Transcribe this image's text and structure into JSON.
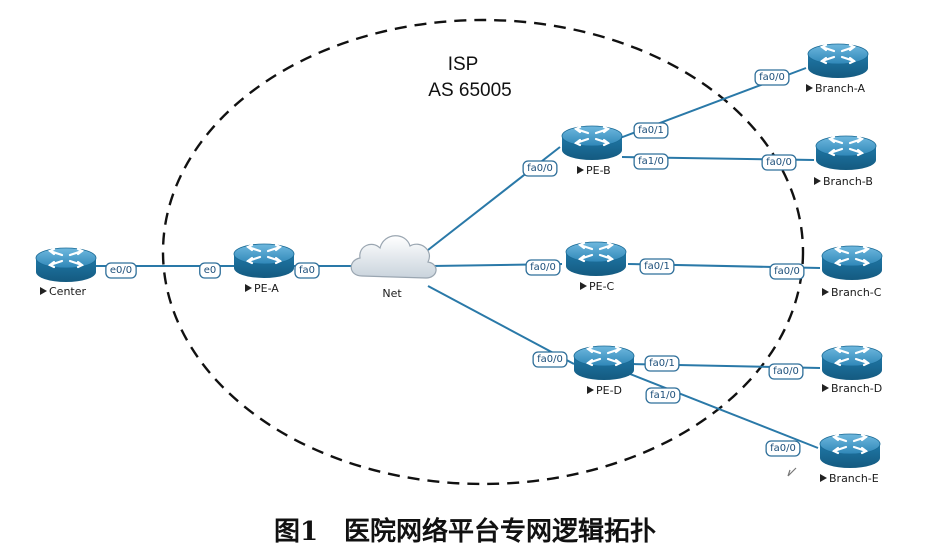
{
  "isp": {
    "line1": "ISP",
    "line2": "AS 65005"
  },
  "colors": {
    "link": "#2a79a8",
    "router_dark": "#1c6e99",
    "router_light": "#5aa9d4",
    "port_border": "#2f6f9a"
  },
  "devices": {
    "center": "Center",
    "pe_a": "PE-A",
    "net": "Net",
    "pe_b": "PE-B",
    "pe_c": "PE-C",
    "pe_d": "PE-D",
    "branch_a": "Branch-A",
    "branch_b": "Branch-B",
    "branch_c": "Branch-C",
    "branch_d": "Branch-D",
    "branch_e": "Branch-E"
  },
  "ports": {
    "center_e0_0": "e0/0",
    "pe_a_e0": "e0",
    "pe_a_fa0": "fa0",
    "pe_b_fa0_0": "fa0/0",
    "pe_b_fa0_1": "fa0/1",
    "pe_b_fa1_0": "fa1/0",
    "branch_a_fa0_0": "fa0/0",
    "branch_b_fa0_0": "fa0/0",
    "pe_c_fa0_0": "fa0/0",
    "pe_c_fa0_1": "fa0/1",
    "branch_c_fa0_0": "fa0/0",
    "pe_d_fa0_0": "fa0/0",
    "pe_d_fa0_1": "fa0/1",
    "pe_d_fa1_0": "fa1/0",
    "branch_d_fa0_0": "fa0/0",
    "branch_e_fa0_0": "fa0/0"
  },
  "caption": "图1　医院网络平台专网逻辑拓扑"
}
